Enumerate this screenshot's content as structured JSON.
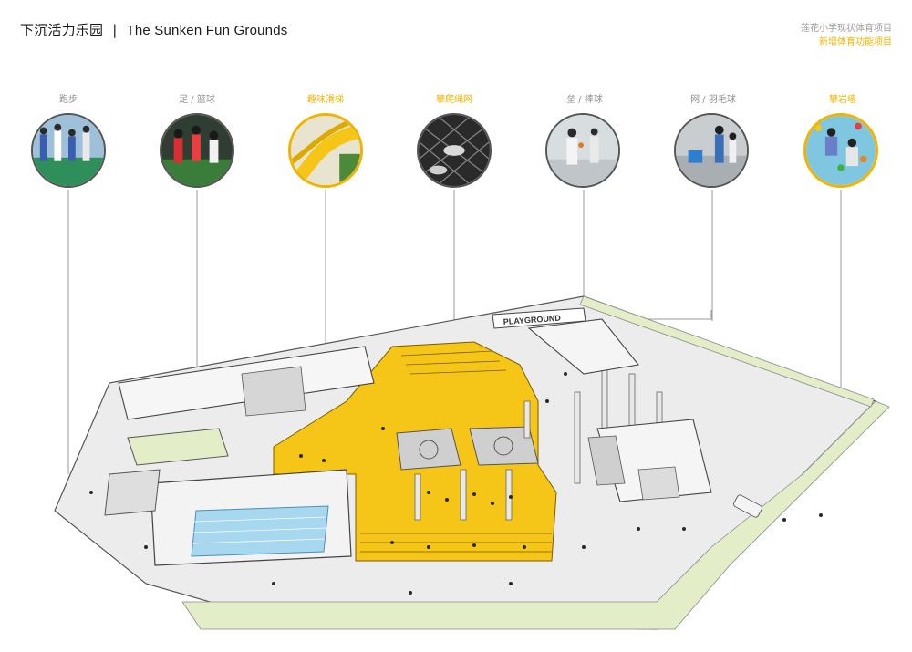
{
  "header": {
    "title_cn": "下沉活力乐园",
    "separator": "|",
    "title_en": "The Sunken Fun Grounds"
  },
  "legend": {
    "existing": "莲花小学现状体育项目",
    "new": "新增体育功能项目"
  },
  "activities": [
    {
      "label": "跑步",
      "type": "existing"
    },
    {
      "label": "足 / 篮球",
      "type": "existing"
    },
    {
      "label": "趣味滑梯",
      "type": "new"
    },
    {
      "label": "攀爬绳网",
      "type": "new"
    },
    {
      "label": "垒 / 棒球",
      "type": "existing"
    },
    {
      "label": "网 / 羽毛球",
      "type": "existing"
    },
    {
      "label": "攀岩墙",
      "type": "new"
    }
  ],
  "plan": {
    "sign_text": "PLAYGROUND"
  },
  "colors": {
    "accent": "#f0b400",
    "existing_text": "#8f8f8f",
    "court_yellow": "#f5c518",
    "pool_blue": "#a8d8f0",
    "grass_green": "#e3edc7"
  }
}
